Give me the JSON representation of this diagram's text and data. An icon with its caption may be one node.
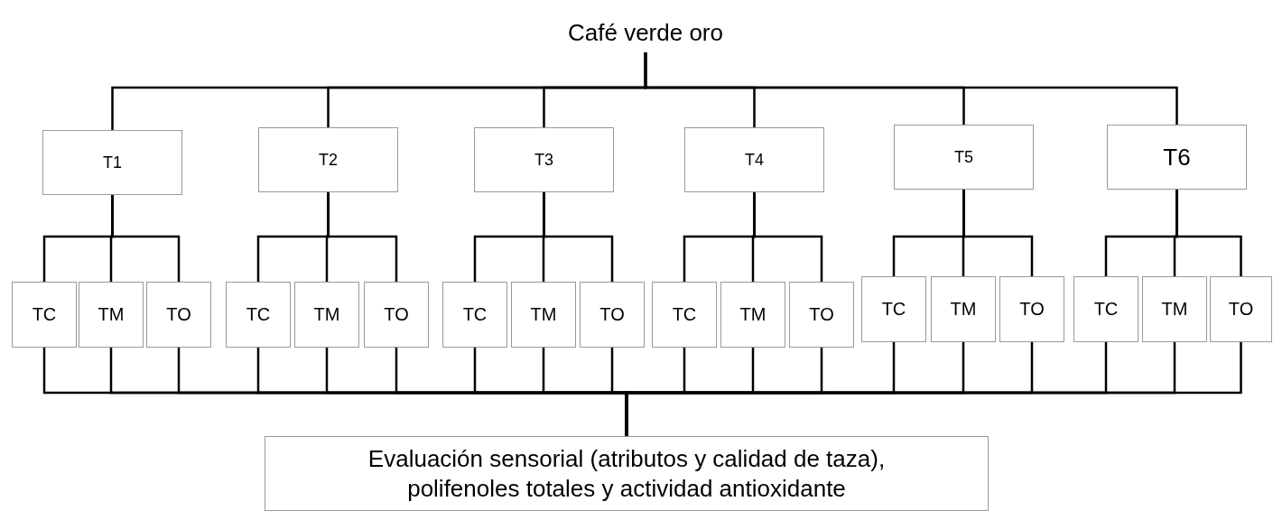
{
  "diagram": {
    "nodes": [
      {
        "text": [
          "Café verde oro"
        ]
      },
      {
        "text": [
          "T1"
        ]
      },
      {
        "text": [
          "T2"
        ]
      },
      {
        "text": [
          "T3"
        ]
      },
      {
        "text": [
          "T4"
        ]
      },
      {
        "text": [
          "T5"
        ]
      },
      {
        "text": [
          "T6"
        ]
      },
      {
        "text": [
          "TC"
        ]
      },
      {
        "text": [
          "TM"
        ]
      },
      {
        "text": [
          "TO"
        ]
      },
      {
        "text": [
          "TC"
        ]
      },
      {
        "text": [
          "TM"
        ]
      },
      {
        "text": [
          "TO"
        ]
      },
      {
        "text": [
          "TC"
        ]
      },
      {
        "text": [
          "TM"
        ]
      },
      {
        "text": [
          "TO"
        ]
      },
      {
        "text": [
          "TC"
        ]
      },
      {
        "text": [
          "TM"
        ]
      },
      {
        "text": [
          "TO"
        ]
      },
      {
        "text": [
          "TC"
        ]
      },
      {
        "text": [
          "TM"
        ]
      },
      {
        "text": [
          "TO"
        ]
      },
      {
        "text": [
          "TC"
        ]
      },
      {
        "text": [
          "TM"
        ]
      },
      {
        "text": [
          "TO"
        ]
      },
      {
        "text": [
          "Evaluación sensorial (atributos y calidad de taza), polifenoles totales y actividad antioxidante"
        ]
      }
    ],
    "edges": [
      {
        "from": 0,
        "to": 1,
        "arrow": "none"
      },
      {
        "from": 0,
        "to": 2,
        "arrow": "none"
      },
      {
        "from": 0,
        "to": 3,
        "arrow": "none"
      },
      {
        "from": 0,
        "to": 4,
        "arrow": "none"
      },
      {
        "from": 0,
        "to": 5,
        "arrow": "none"
      },
      {
        "from": 0,
        "to": 6,
        "arrow": "none"
      },
      {
        "from": 1,
        "to": 7,
        "arrow": "none"
      },
      {
        "from": 1,
        "to": 8,
        "arrow": "none"
      },
      {
        "from": 1,
        "to": 9,
        "arrow": "none"
      },
      {
        "from": 2,
        "to": 10,
        "arrow": "none"
      },
      {
        "from": 2,
        "to": 11,
        "arrow": "none"
      },
      {
        "from": 2,
        "to": 12,
        "arrow": "none"
      },
      {
        "from": 3,
        "to": 13,
        "arrow": "none"
      },
      {
        "from": 3,
        "to": 14,
        "arrow": "none"
      },
      {
        "from": 3,
        "to": 15,
        "arrow": "none"
      },
      {
        "from": 4,
        "to": 16,
        "arrow": "none"
      },
      {
        "from": 4,
        "to": 17,
        "arrow": "none"
      },
      {
        "from": 4,
        "to": 18,
        "arrow": "none"
      },
      {
        "from": 5,
        "to": 19,
        "arrow": "none"
      },
      {
        "from": 5,
        "to": 20,
        "arrow": "none"
      },
      {
        "from": 5,
        "to": 21,
        "arrow": "none"
      },
      {
        "from": 6,
        "to": 22,
        "arrow": "none"
      },
      {
        "from": 6,
        "to": 23,
        "arrow": "none"
      },
      {
        "from": 6,
        "to": 24,
        "arrow": "none"
      },
      {
        "from": 7,
        "to": 25,
        "arrow": "none"
      },
      {
        "from": 8,
        "to": 25,
        "arrow": "none"
      },
      {
        "from": 9,
        "to": 25,
        "arrow": "none"
      },
      {
        "from": 10,
        "to": 25,
        "arrow": "none"
      },
      {
        "from": 11,
        "to": 25,
        "arrow": "none"
      },
      {
        "from": 12,
        "to": 25,
        "arrow": "none"
      },
      {
        "from": 13,
        "to": 25,
        "arrow": "none"
      },
      {
        "from": 14,
        "to": 25,
        "arrow": "none"
      },
      {
        "from": 15,
        "to": 25,
        "arrow": "none"
      },
      {
        "from": 16,
        "to": 25,
        "arrow": "none"
      },
      {
        "from": 17,
        "to": 25,
        "arrow": "none"
      },
      {
        "from": 18,
        "to": 25,
        "arrow": "none"
      },
      {
        "from": 19,
        "to": 25,
        "arrow": "none"
      },
      {
        "from": 20,
        "to": 25,
        "arrow": "none"
      },
      {
        "from": 21,
        "to": 25,
        "arrow": "none"
      },
      {
        "from": 22,
        "to": 25,
        "arrow": "none"
      },
      {
        "from": 23,
        "to": 25,
        "arrow": "none"
      },
      {
        "from": 24,
        "to": 25,
        "arrow": "none"
      }
    ]
  }
}
